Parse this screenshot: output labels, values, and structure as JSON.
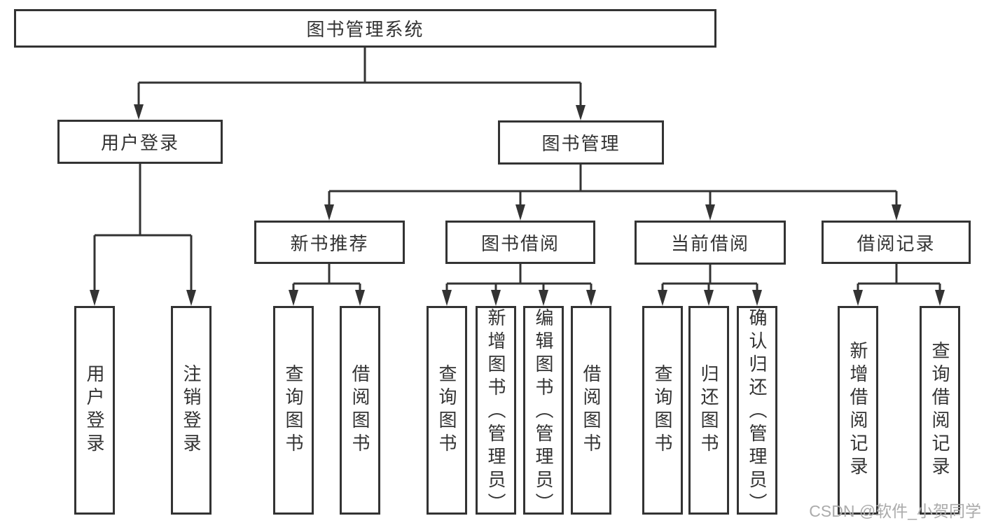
{
  "title": "图书管理系统",
  "modules": {
    "user_login": {
      "label": "用户登录",
      "children": [
        "用户登录",
        "注销登录"
      ]
    },
    "book_mgmt": {
      "label": "图书管理",
      "sections": [
        {
          "label": "新书推荐",
          "children": [
            "查询图书",
            "借阅图书"
          ]
        },
        {
          "label": "图书借阅",
          "children": [
            "查询图书",
            "新增图书（管理员）",
            "编辑图书（管理员）",
            "借阅图书"
          ]
        },
        {
          "label": "当前借阅",
          "children": [
            "查询图书",
            "归还图书",
            "确认归还（管理员）"
          ]
        },
        {
          "label": "借阅记录",
          "children": [
            "新增借阅记录",
            "查询借阅记录"
          ]
        }
      ]
    }
  },
  "watermark": "CSDN @软件_小贺同学",
  "colors": {
    "line": "#333333",
    "text": "#333333",
    "box_fill": "#ffffff",
    "watermark": "#ababab",
    "background": "#ffffff"
  }
}
